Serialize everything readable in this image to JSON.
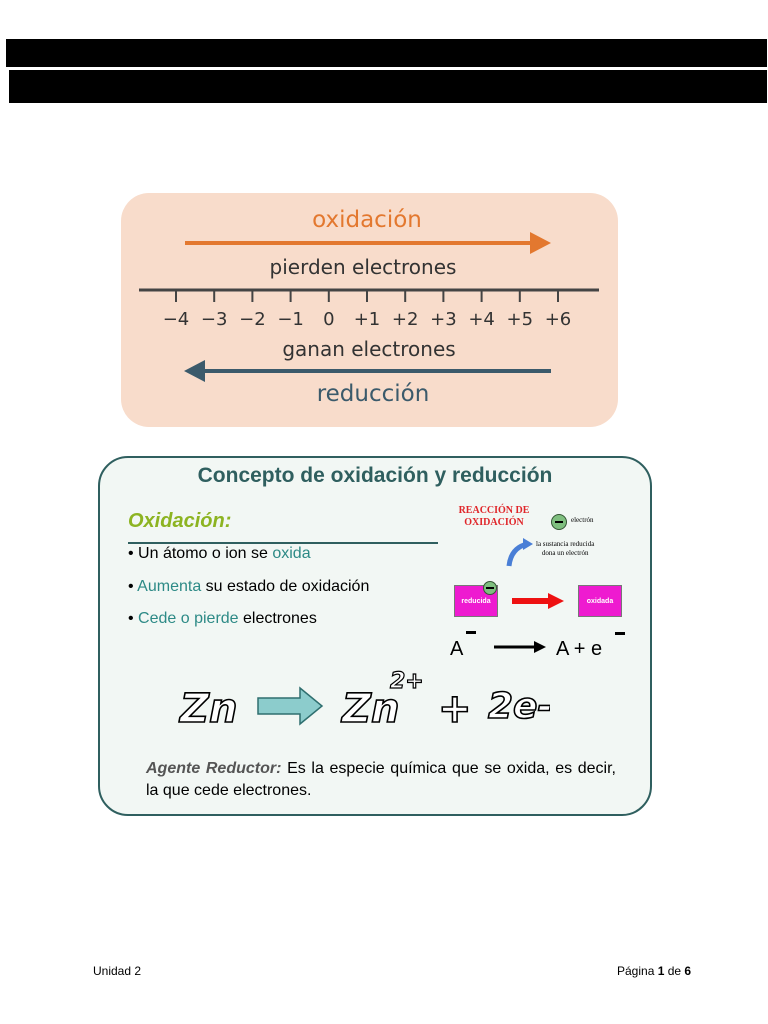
{
  "number_line": {
    "oxidation_label": "oxidación",
    "lose_label": "pierden electrones",
    "gain_label": "ganan electrones",
    "reduction_label": "reducción",
    "ticks": [
      "−4",
      "−3",
      "−2",
      "−1",
      "0",
      "+1",
      "+2",
      "+3",
      "+4",
      "+5",
      "+6"
    ],
    "colors": {
      "oxidation": "#e3782f",
      "reduction": "#3b5a6b",
      "card": "#f8dccb"
    }
  },
  "concept": {
    "title": "Concepto de oxidación y reducción",
    "heading": "Oxidación:",
    "bullet1": {
      "prefix": "• Un átomo o ion se ",
      "hl": "oxida"
    },
    "bullet2": {
      "prefix": "• ",
      "hl": "Aumenta",
      "suffix": " su estado de oxidación"
    },
    "bullet3": {
      "prefix": "• ",
      "hl": "Cede o pierde",
      "suffix": " electrones"
    },
    "reaction_title": "REACCIÓN DE OXIDACIÓN",
    "electron_label": "electrón",
    "donor_note_line1": "la sustancia reducida",
    "donor_note_line2": "dona un electrón",
    "box_left": "reducida",
    "box_right": "oxidada",
    "eq_left": "A",
    "eq_right": "A + e",
    "zn_left": "Zn",
    "zn_right": "Zn",
    "zn_charge": "2+",
    "plus": "+",
    "electrons": "2e-",
    "agent_label": "Agente Reductor:",
    "agent_text": " Es la especie química que se oxida, es decir, la que cede electrones."
  },
  "footer": {
    "left": "Unidad 2",
    "page_prefix": "Página ",
    "page_num": "1",
    "page_mid": " de ",
    "page_total": "6"
  }
}
